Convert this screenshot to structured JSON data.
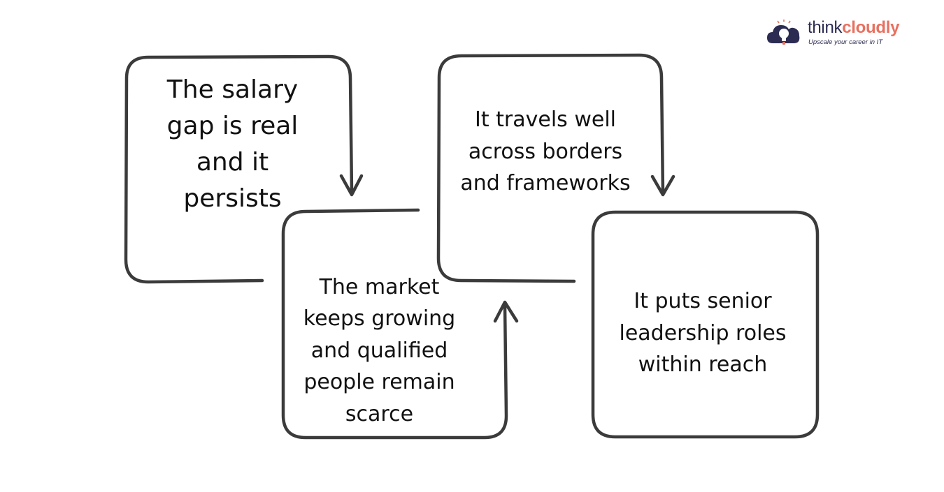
{
  "boxes": [
    {
      "text": "The salary gap is real and it persists"
    },
    {
      "text": "The market keeps growing and qualified people remain scarce"
    },
    {
      "text": "It travels well across borders and frameworks"
    },
    {
      "text": "It puts senior leadership roles within reach"
    }
  ],
  "logo": {
    "word_part1": "think",
    "word_part2": "cloudly",
    "tagline": "Upscale your career in IT",
    "icon": "cloud-lightbulb-icon"
  },
  "colors": {
    "stroke": "#3b3b3b",
    "logo_dark": "#2c2c52",
    "logo_accent": "#e8705f"
  }
}
